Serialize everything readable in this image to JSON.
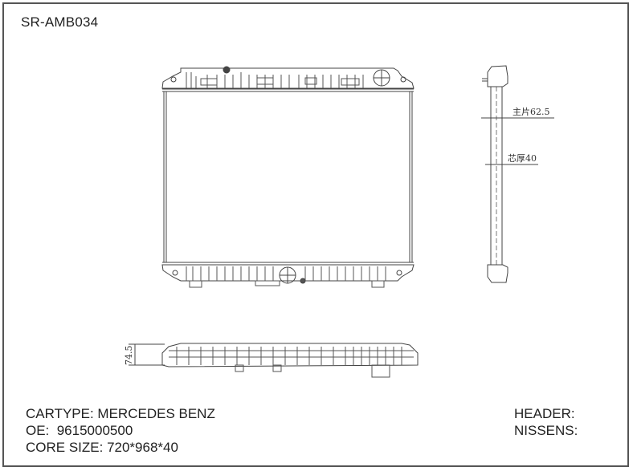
{
  "title": "SR-AMB034",
  "drawing": {
    "front_view": "radiator-front-view",
    "side_view": {
      "dim_tank_label": "主片62.5",
      "dim_core_label": "芯厚40"
    },
    "top_view": {
      "dim_label": "74.5"
    }
  },
  "info": {
    "cartype": "CARTYPE: MERCEDES BENZ",
    "oe": "OE:  9615000500",
    "core_size": "CORE SIZE: 720*968*40",
    "header": "HEADER:",
    "nissens": "NISSENS:"
  }
}
